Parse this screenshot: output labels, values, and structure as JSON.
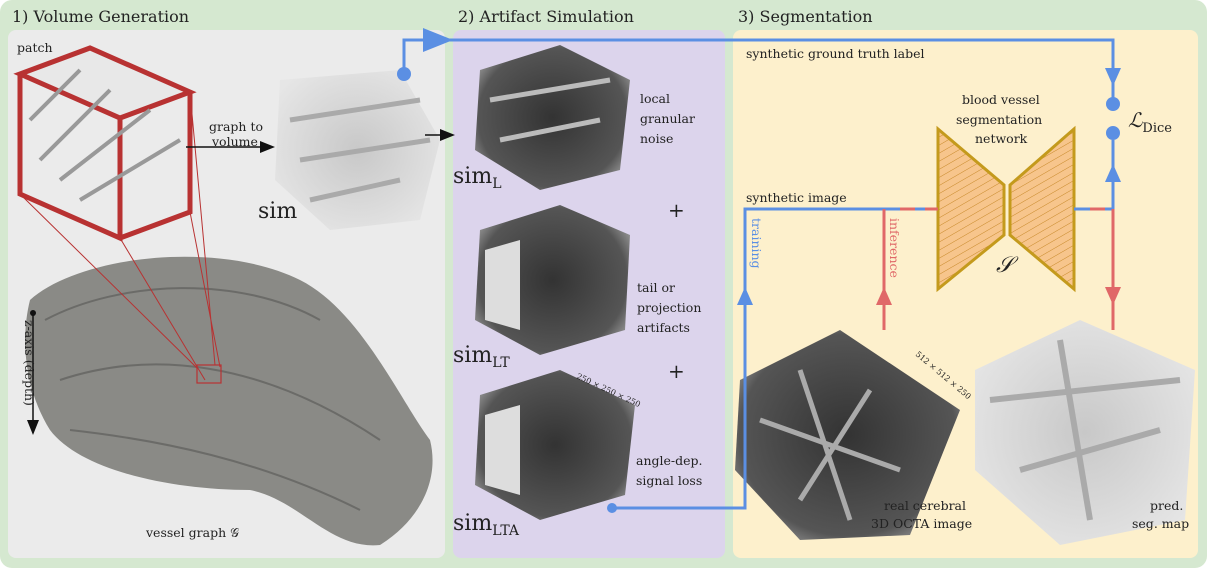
{
  "sections": [
    {
      "heading": "1) Volume Generation"
    },
    {
      "heading": "2) Artifact Simulation"
    },
    {
      "heading": "3) Segmentation"
    }
  ],
  "volume_generation": {
    "patch_label": "patch",
    "arrow_label_line1": "graph to",
    "arrow_label_line2": "volume",
    "sim_label": "sim",
    "axis_label": "z-axis (depth)",
    "graph_label": "vessel graph 𝒢"
  },
  "artifact_simulation": {
    "steps": [
      {
        "sim": "sim",
        "sub": "L",
        "desc": [
          "local",
          "granular",
          "noise"
        ]
      },
      {
        "sim": "sim",
        "sub": "LT",
        "desc": [
          "tail or",
          "projection",
          "artifacts"
        ]
      },
      {
        "sim": "sim",
        "sub": "LTA",
        "desc": [
          "angle-dep.",
          "signal loss"
        ]
      }
    ],
    "plus": "+",
    "volume_size": "250 × 250 × 250"
  },
  "segmentation": {
    "gt_label": "synthetic ground truth label",
    "loss_symbol": "ℒ",
    "loss_sub": "Dice",
    "network_label": [
      "blood vessel",
      "segmentation",
      "network"
    ],
    "network_symbol": "𝒮",
    "synthetic_image_label": "synthetic image",
    "training_label": "training",
    "inference_label": "inference",
    "real_image_label": [
      "real cerebral",
      "3D OCTA image"
    ],
    "real_size": "512 × 512 × 250",
    "pred_label": [
      "pred.",
      "seg. map"
    ]
  },
  "colors": {
    "outer": "#d5e8d0",
    "panel1": "#ebebeb",
    "panel2": "#dcd4ec",
    "panel3": "#fdf0cc",
    "training": "#5b8fe3",
    "inference": "#e06868",
    "network": "#c49a1c",
    "patch_box": "#b83232"
  }
}
